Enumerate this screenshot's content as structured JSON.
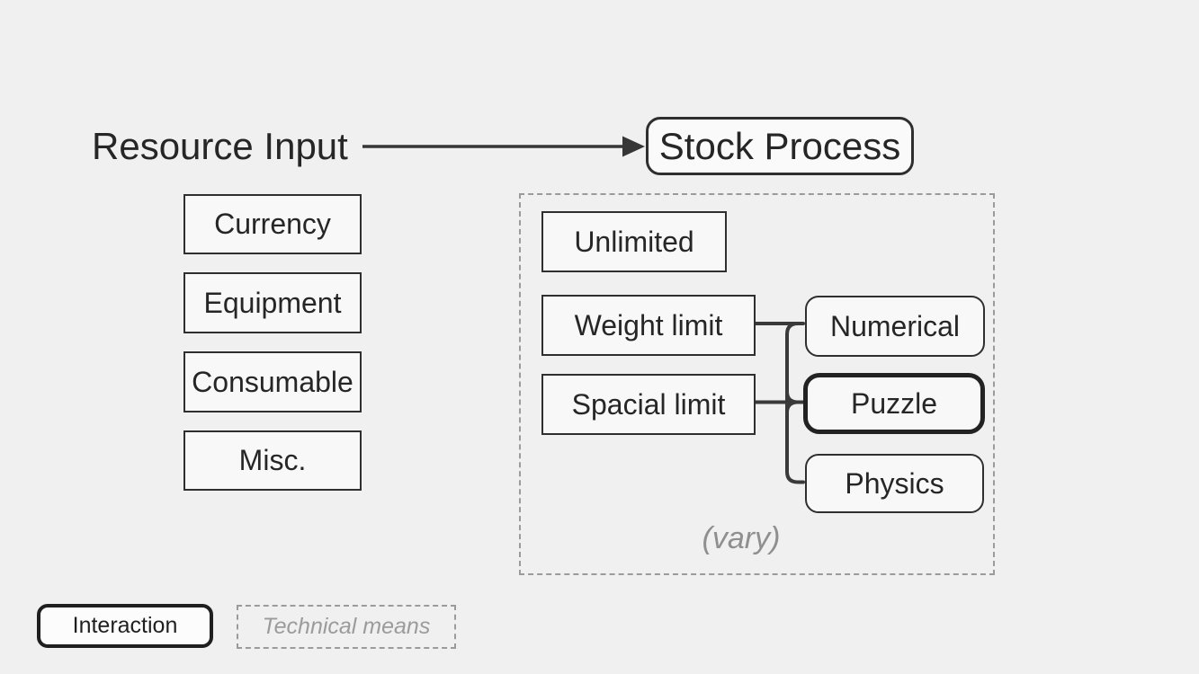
{
  "flow": {
    "source": "Resource Input",
    "target": "Stock Process"
  },
  "resource_items": [
    {
      "label": "Currency"
    },
    {
      "label": "Equipment"
    },
    {
      "label": "Consumable"
    },
    {
      "label": "Misc."
    }
  ],
  "stock_group": {
    "capacities": [
      {
        "label": "Unlimited"
      },
      {
        "label": "Weight limit"
      },
      {
        "label": "Spacial limit"
      }
    ],
    "mechanics": [
      {
        "label": "Numerical"
      },
      {
        "label": "Puzzle"
      },
      {
        "label": "Physics"
      }
    ],
    "note": "(vary)"
  },
  "legend": {
    "interaction": "Interaction",
    "technical": "Technical means"
  },
  "colors": {
    "background": "#f0f0f0",
    "box_fill": "#f8f8f8",
    "border": "#2f2f2f",
    "connector": "#3a3a3a",
    "muted_dash": "#9b9b9b",
    "note_text": "#8f8f8f"
  }
}
